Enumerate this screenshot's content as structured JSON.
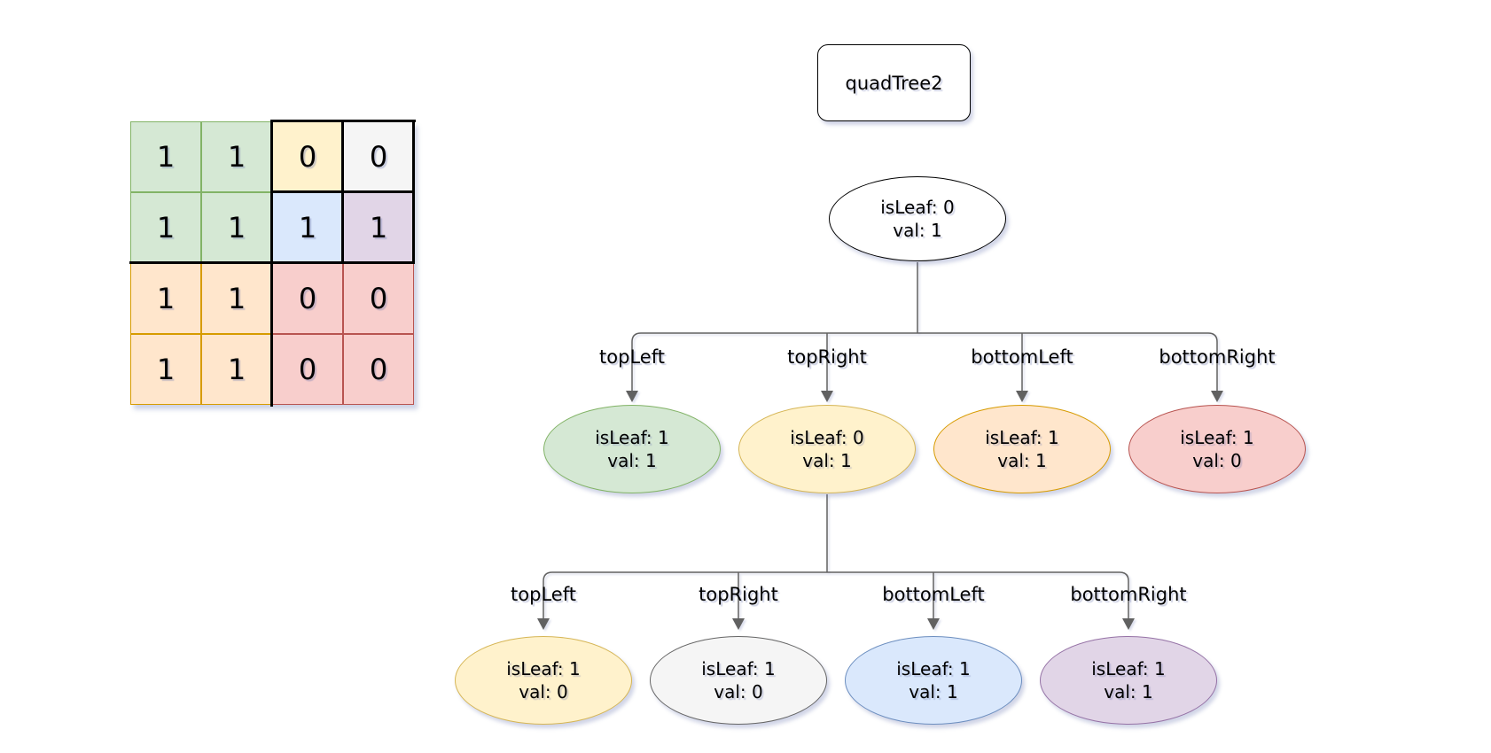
{
  "title": {
    "label": "quadTree2"
  },
  "palette": {
    "green": {
      "fill": "#d5e8d4",
      "stroke": "#82b366"
    },
    "yellow": {
      "fill": "#fff2cc",
      "stroke": "#d6b656"
    },
    "orange": {
      "fill": "#ffe6cc",
      "stroke": "#d79b00"
    },
    "red": {
      "fill": "#f8cecc",
      "stroke": "#b85450"
    },
    "gray": {
      "fill": "#f5f5f5",
      "stroke": "#666666"
    },
    "blue": {
      "fill": "#dae8fc",
      "stroke": "#6c8ebf"
    },
    "purple": {
      "fill": "#e1d5e7",
      "stroke": "#9673a6"
    },
    "white": {
      "fill": "#ffffff",
      "stroke": "#000000"
    },
    "edge": "#616161",
    "divider": "#000000"
  },
  "grid": {
    "values": [
      [
        "1",
        "1",
        "0",
        "0"
      ],
      [
        "1",
        "1",
        "1",
        "1"
      ],
      [
        "1",
        "1",
        "0",
        "0"
      ],
      [
        "1",
        "1",
        "0",
        "0"
      ]
    ],
    "cell_colors": [
      [
        "green",
        "green",
        "yellow",
        "gray"
      ],
      [
        "green",
        "green",
        "blue",
        "purple"
      ],
      [
        "orange",
        "orange",
        "red",
        "red"
      ],
      [
        "orange",
        "orange",
        "red",
        "red"
      ]
    ]
  },
  "tree": {
    "root": {
      "line1": "isLeaf: 0",
      "line2": "val: 1",
      "fill": "#ffffff",
      "stroke": "#000000"
    },
    "level1": [
      {
        "edge_label": "topLeft",
        "line1": "isLeaf: 1",
        "line2": "val: 1",
        "fill": "#d5e8d4",
        "stroke": "#82b366"
      },
      {
        "edge_label": "topRight",
        "line1": "isLeaf: 0",
        "line2": "val: 1",
        "fill": "#fff2cc",
        "stroke": "#d6b656"
      },
      {
        "edge_label": "bottomLeft",
        "line1": "isLeaf: 1",
        "line2": "val: 1",
        "fill": "#ffe6cc",
        "stroke": "#d79b00"
      },
      {
        "edge_label": "bottomRight",
        "line1": "isLeaf: 1",
        "line2": "val: 0",
        "fill": "#f8cecc",
        "stroke": "#b85450"
      }
    ],
    "level2": [
      {
        "edge_label": "topLeft",
        "line1": "isLeaf: 1",
        "line2": "val: 0",
        "fill": "#fff2cc",
        "stroke": "#d6b656"
      },
      {
        "edge_label": "topRight",
        "line1": "isLeaf: 1",
        "line2": "val: 0",
        "fill": "#f5f5f5",
        "stroke": "#666666"
      },
      {
        "edge_label": "bottomLeft",
        "line1": "isLeaf: 1",
        "line2": "val: 1",
        "fill": "#dae8fc",
        "stroke": "#6c8ebf"
      },
      {
        "edge_label": "bottomRight",
        "line1": "isLeaf: 1",
        "line2": "val: 1",
        "fill": "#e1d5e7",
        "stroke": "#9673a6"
      }
    ]
  }
}
